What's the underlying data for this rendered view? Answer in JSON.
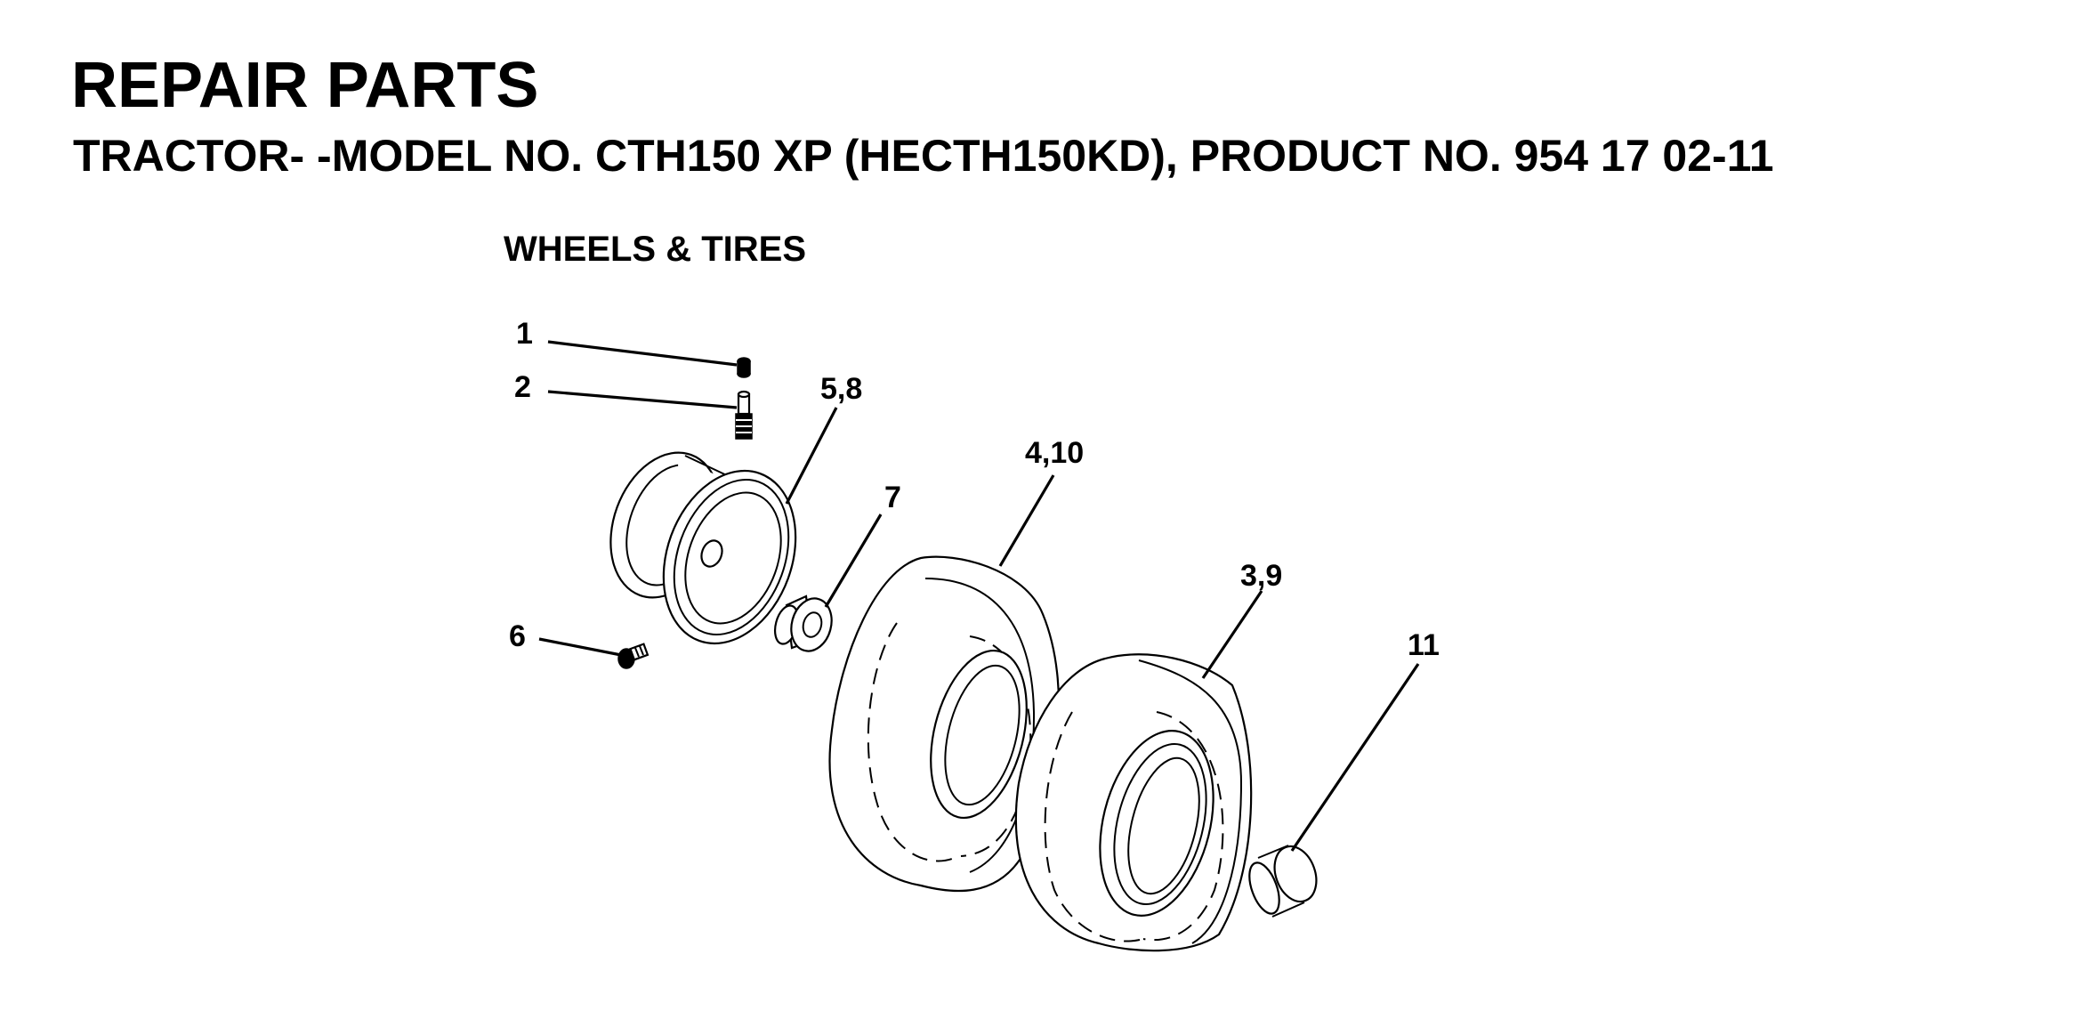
{
  "header": {
    "title": "REPAIR PARTS",
    "subtitle": "TRACTOR- -MODEL NO. CTH150 XP (HECTH150KD), PRODUCT NO. 954 17 02-11",
    "section": "WHEELS & TIRES"
  },
  "callouts": {
    "c1": "1",
    "c2": "2",
    "c5_8": "5,8",
    "c4_10": "4,10",
    "c7": "7",
    "c3_9": "3,9",
    "c6": "6",
    "c11": "11"
  },
  "colors": {
    "ink": "#000000",
    "paper": "#ffffff"
  }
}
